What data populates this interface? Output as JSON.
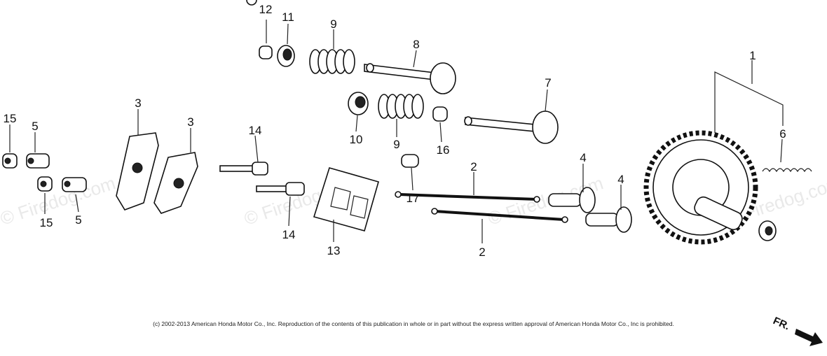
{
  "watermark": "© Firedog.com",
  "callouts": [
    {
      "id": "c1",
      "text": "1"
    },
    {
      "id": "c2a",
      "text": "2"
    },
    {
      "id": "c2b",
      "text": "2"
    },
    {
      "id": "c3a",
      "text": "3"
    },
    {
      "id": "c3b",
      "text": "3"
    },
    {
      "id": "c4a",
      "text": "4"
    },
    {
      "id": "c4b",
      "text": "4"
    },
    {
      "id": "c5a",
      "text": "5"
    },
    {
      "id": "c5b",
      "text": "5"
    },
    {
      "id": "c6",
      "text": "6"
    },
    {
      "id": "c7",
      "text": "7"
    },
    {
      "id": "c8",
      "text": "8"
    },
    {
      "id": "c9a",
      "text": "9"
    },
    {
      "id": "c9b",
      "text": "9"
    },
    {
      "id": "c10",
      "text": "10"
    },
    {
      "id": "c11",
      "text": "11"
    },
    {
      "id": "c12",
      "text": "12"
    },
    {
      "id": "c13",
      "text": "13"
    },
    {
      "id": "c14a",
      "text": "14"
    },
    {
      "id": "c14b",
      "text": "14"
    },
    {
      "id": "c15a",
      "text": "15"
    },
    {
      "id": "c15b",
      "text": "15"
    },
    {
      "id": "c16",
      "text": "16"
    },
    {
      "id": "c17",
      "text": "17"
    }
  ],
  "copyright": "(c) 2002-2013 American Honda Motor Co., Inc. Reproduction of the contents of this publication in whole or in part without the express written approval of American Honda Motor Co., Inc is prohibited.",
  "direction_label": "FR."
}
